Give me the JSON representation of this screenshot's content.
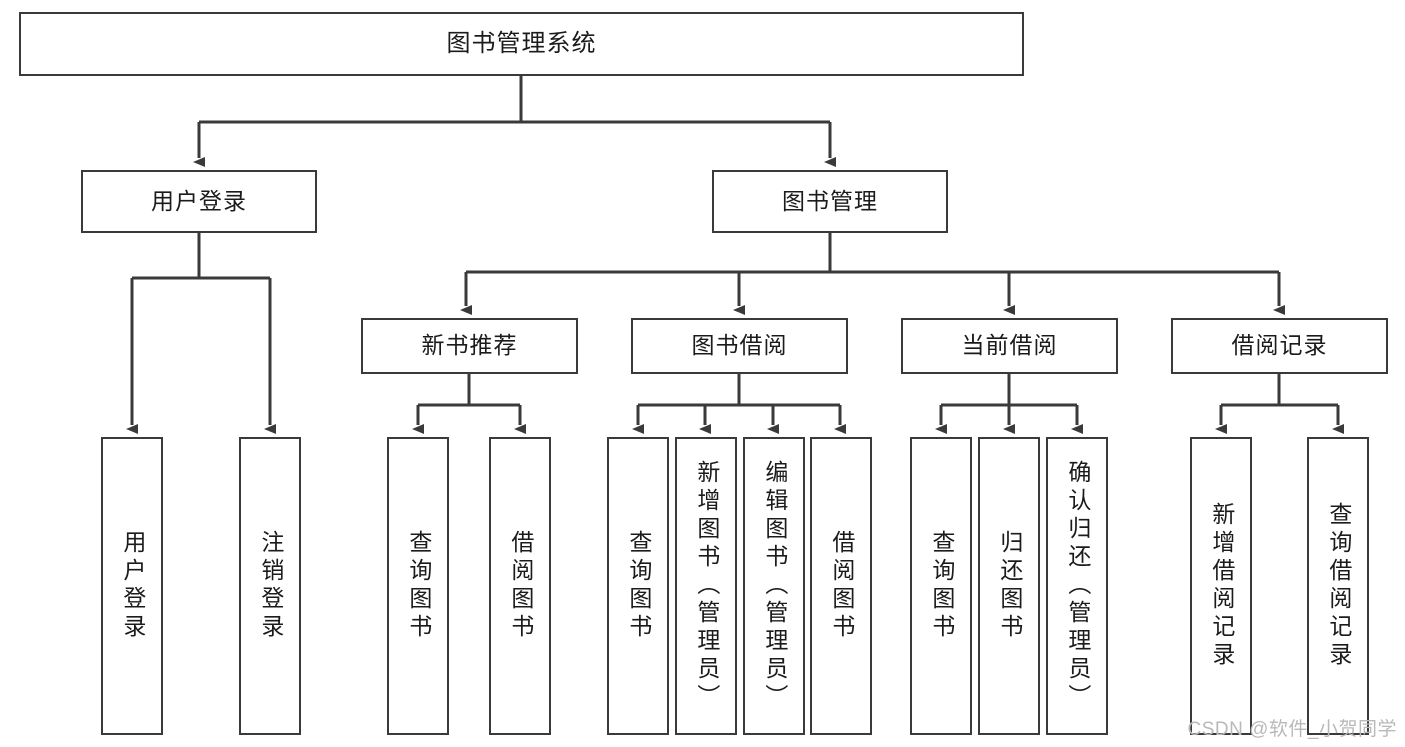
{
  "diagram": {
    "title": "图书管理系统",
    "type": "tree",
    "watermark": "CSDN @软件_小贺同学",
    "colors": {
      "stroke": "#3a3a3a",
      "fill": "#ffffff",
      "text": "#1b1b1b",
      "watermark": "#b9b9b9"
    },
    "root": {
      "label": "图书管理系统"
    },
    "level2": [
      {
        "label": "用户登录"
      },
      {
        "label": "图书管理"
      }
    ],
    "level3": [
      {
        "label": "新书推荐"
      },
      {
        "label": "图书借阅"
      },
      {
        "label": "当前借阅"
      },
      {
        "label": "借阅记录"
      }
    ],
    "leaves": {
      "user_login": [
        {
          "label": "用户登录"
        },
        {
          "label": "注销登录"
        }
      ],
      "new_book": [
        {
          "label": "查询图书"
        },
        {
          "label": "借阅图书"
        }
      ],
      "book_borrow": [
        {
          "label": "查询图书"
        },
        {
          "label": "新增图书（管理员）"
        },
        {
          "label": "编辑图书（管理员）"
        },
        {
          "label": "借阅图书"
        }
      ],
      "current_borrow": [
        {
          "label": "查询图书"
        },
        {
          "label": "归还图书"
        },
        {
          "label": "确认归还（管理员）"
        }
      ],
      "borrow_record": [
        {
          "label": "新增借阅记录"
        },
        {
          "label": "查询借阅记录"
        }
      ]
    }
  }
}
